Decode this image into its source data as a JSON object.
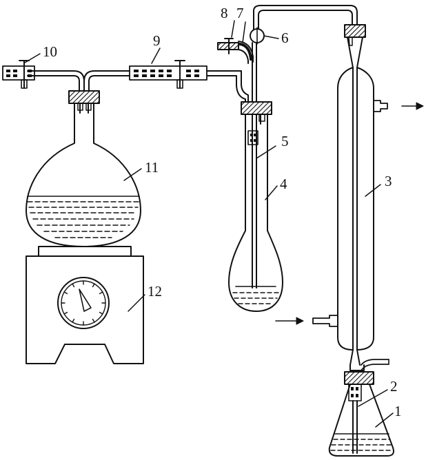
{
  "diagram": {
    "labels": {
      "l1": "1",
      "l2": "2",
      "l3": "3",
      "l4": "4",
      "l5": "5",
      "l6": "6",
      "l7": "7",
      "l8": "8",
      "l9": "9",
      "l10": "10",
      "l11": "11",
      "l12": "12"
    },
    "colors": {
      "ink": "#111111",
      "background": "#ffffff"
    }
  }
}
